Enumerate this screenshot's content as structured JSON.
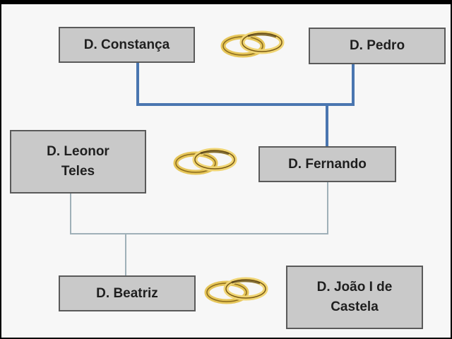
{
  "people": {
    "constanca": "D. Constança",
    "pedro": "D. Pedro",
    "leonor_line1": "D. Leonor",
    "leonor_line2": "Teles",
    "fernando": "D. Fernando",
    "beatriz": "D. Beatriz",
    "joao_line1": "D. João I de",
    "joao_line2": "Castela"
  },
  "icons": {
    "marriage": "wedding-rings-icon"
  },
  "colors": {
    "box_fill": "#c9c9c9",
    "box_border": "#5a5a5a",
    "parent_connector": "#4a76b0",
    "child_connector": "#9fb0b8",
    "ring_gold": "#d9b84a"
  }
}
